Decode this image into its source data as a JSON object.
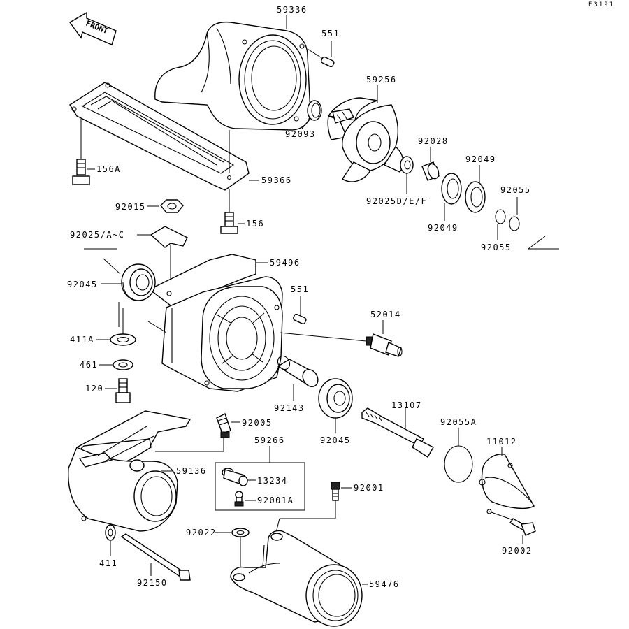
{
  "diagram_code": "E3191",
  "front_label": "FRONT",
  "labels": {
    "p59336": "59336",
    "p551a": "551",
    "p59256": "59256",
    "p92093": "92093",
    "p92028": "92028",
    "p92049a": "92049",
    "p92055a": "92055",
    "p92025def": "92025D/E/F",
    "p92049b": "92049",
    "p92055b": "92055",
    "p156a": "156A",
    "p59366": "59366",
    "p92015": "92015",
    "p156": "156",
    "p92025ac": "92025/A~C",
    "p59496": "59496",
    "p92045a": "92045",
    "p551b": "551",
    "p52014": "52014",
    "p411a": "411A",
    "p461": "461",
    "p120": "120",
    "p92143": "92143",
    "p92045b": "92045",
    "p13107": "13107",
    "p92055c": "92055A",
    "p92005": "92005",
    "p59266": "59266",
    "p11012": "11012",
    "p59136": "59136",
    "p13234": "13234",
    "p92001a": "92001A",
    "p92001": "92001",
    "p411": "411",
    "p92022": "92022",
    "p92002": "92002",
    "p92150": "92150",
    "p59476": "59476"
  }
}
